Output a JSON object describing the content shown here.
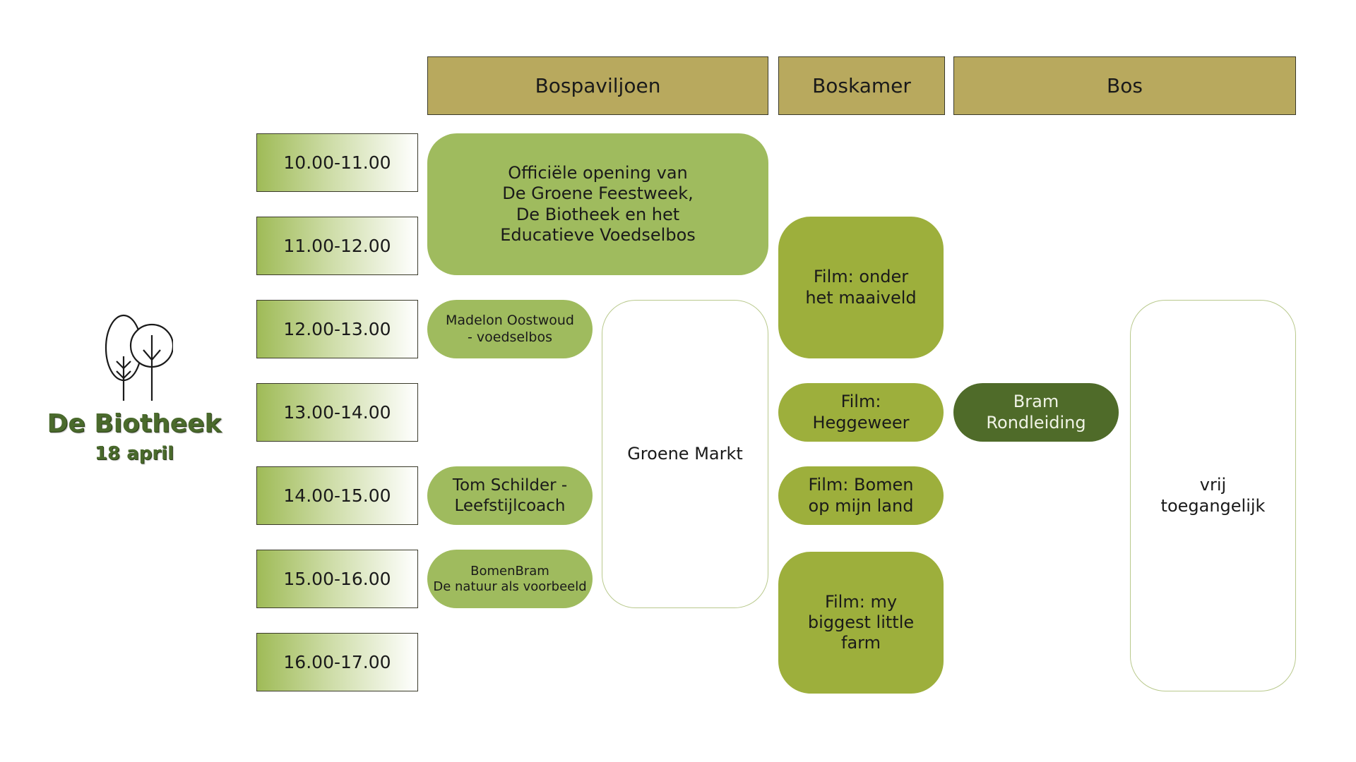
{
  "brand": {
    "icon": "trees-icon",
    "title": "De Biotheek",
    "date": "18 april"
  },
  "columns": {
    "bospaviljoen": "Bospaviljoen",
    "boskamer": "Boskamer",
    "bos": "Bos"
  },
  "time_slots": [
    "10.00-11.00",
    "11.00-12.00",
    "12.00-13.00",
    "13.00-14.00",
    "14.00-15.00",
    "15.00-16.00",
    "16.00-17.00"
  ],
  "events": {
    "opening": "Officiële opening van\nDe Groene Feestweek,\n De Biotheek en het\nEducatieve Voedselbos",
    "madelon": "Madelon Oostwoud\n- voedselbos",
    "tom": "Tom Schilder -\nLeefstijlcoach",
    "bomenbram": "BomenBram\nDe natuur als voorbeeld",
    "groene_markt": "Groene Markt",
    "film_maaiveld": "Film: onder\nhet maaiveld",
    "film_heggeweer": "Film:\nHeggeweer",
    "film_bomen": "Film: Bomen\nop mijn land",
    "film_farm": "Film: my\nbiggest little\nfarm",
    "bram_rondleiding": "Bram\nRondleiding",
    "vrij": "vrij\ntoegangelijk"
  },
  "colors": {
    "header": "#b8a95e",
    "light_green": "#9fbb5e",
    "olive_green": "#9daf3c",
    "dark_green": "#4f6b29",
    "brand_green": "#4a6a2c"
  }
}
